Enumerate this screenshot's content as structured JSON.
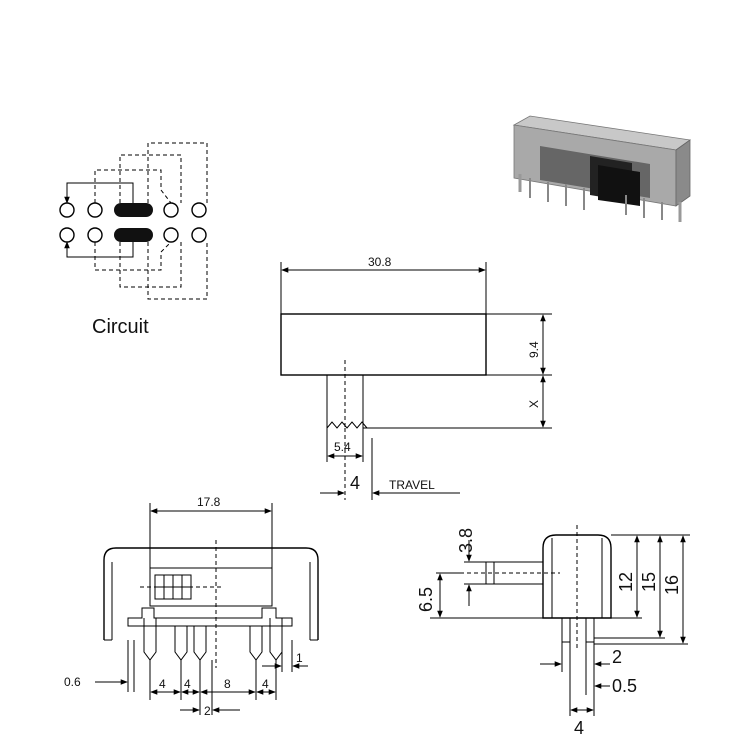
{
  "circuit": {
    "label": "Circuit"
  },
  "top_view": {
    "width": "30.8",
    "height": "9.4",
    "stroke": "X",
    "actuator_width": "5.4",
    "travel": "4",
    "travel_label": "TRAVEL"
  },
  "front_view": {
    "actuator_span": "17.8",
    "pin_thickness": "0.6",
    "pitch_a": "4",
    "pitch_b": "4",
    "pitch_c": "8",
    "pitch_d": "4",
    "pin_width": "2",
    "edge": "1"
  },
  "side_view": {
    "actuator_height": "3.8",
    "actuator_offset": "6.5",
    "body_height": "12",
    "total_15": "15",
    "total_16": "16",
    "pin_width": "2",
    "pin_thick": "0.5",
    "pin_pitch": "4"
  }
}
